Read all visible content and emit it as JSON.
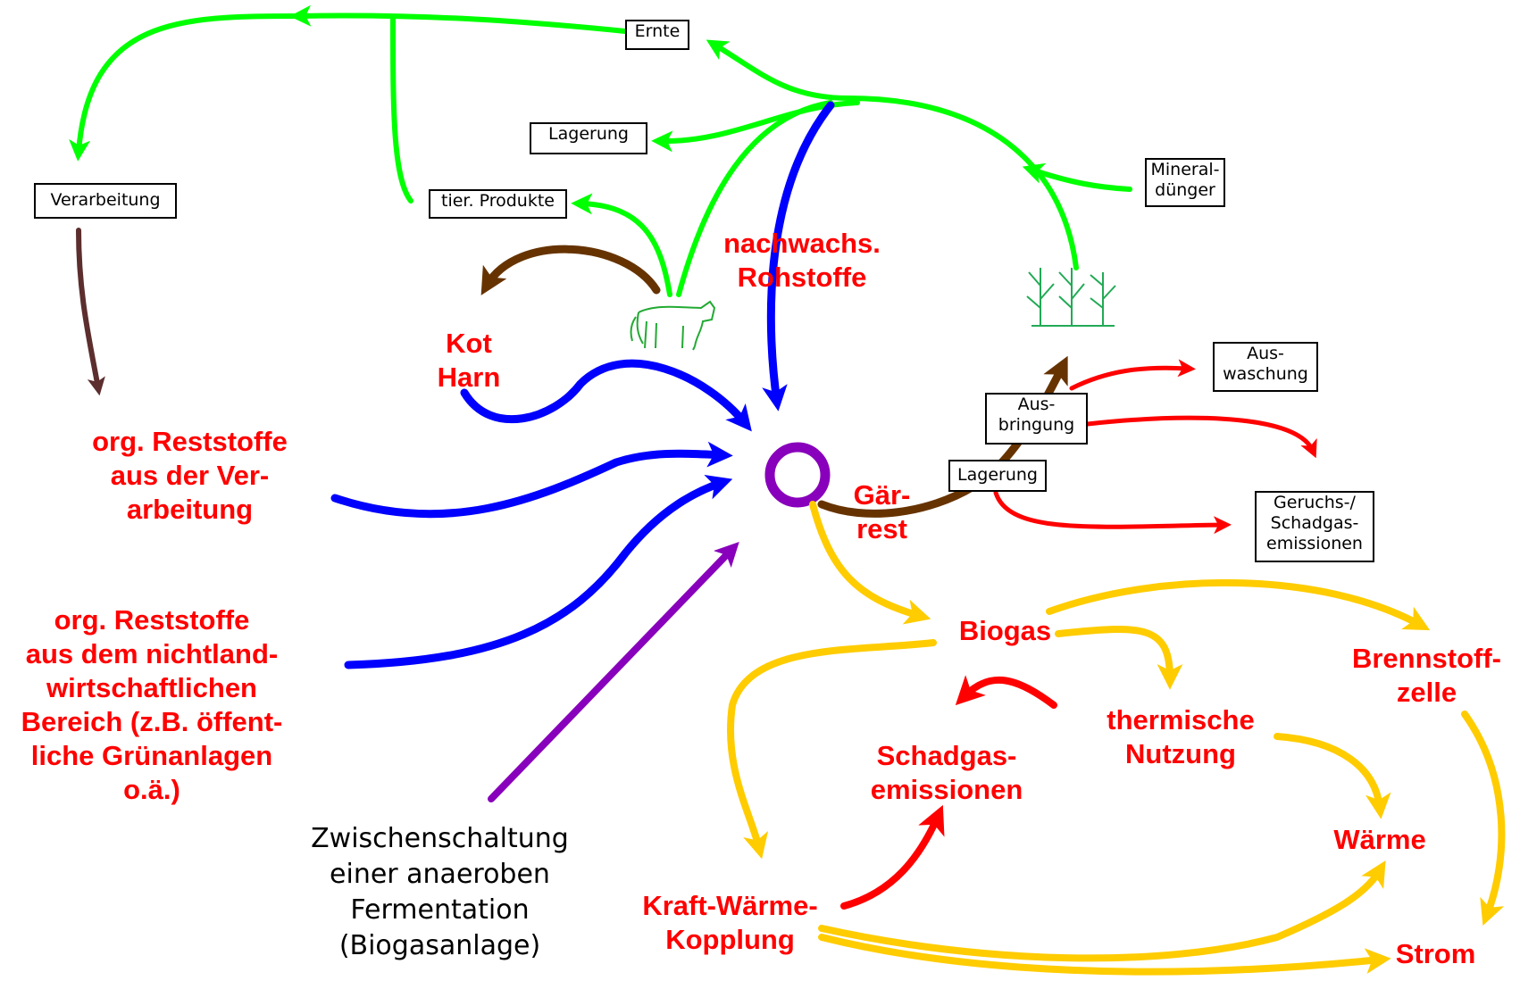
{
  "colors": {
    "green": "#00ff00",
    "blue": "#0000ff",
    "brown": "#663300",
    "red": "#ff0000",
    "yellow": "#ffcc00",
    "purple": "#8800bb",
    "text_red": "#ff0000"
  },
  "boxes": {
    "ernte": "Ernte",
    "lagerung_top": "Lagerung",
    "verarbeitung": "Verarbeitung",
    "tier_produkte": "tier. Produkte",
    "mineralduenger": "Mineral-\ndünger",
    "auswaschung": "Aus-\nwaschung",
    "ausbringung": "Aus-\nbringung",
    "lagerung_mid": "Lagerung",
    "geruchs": "Geruchs-/\nSchadgas-\nemissionen"
  },
  "labels": {
    "nachwachs": "nachwachs.\nRohstoffe",
    "kot_harn": "Kot\nHarn",
    "org_verarbeitung": "org. Reststoffe\naus der Ver-\narbeitung",
    "org_nichtland": "org. Reststoffe\naus dem nichtland-\nwirtschaftlichen\nBereich (z.B. öffent-\nliche Grünanlagen\no.ä.)",
    "gaerrest": "Gär-\nrest",
    "biogas": "Biogas",
    "brennstoffzelle": "Brennstoff-\nzelle",
    "thermische": "thermische\nNutzung",
    "schadgas": "Schadgas-\nemissionen",
    "waerme": "Wärme",
    "kwk": "Kraft-Wärme-\nKopplung",
    "strom": "Strom",
    "zwischenschaltung": "Zwischenschaltung\neiner anaeroben\nFermentation\n(Biogasanlage)"
  },
  "icons": {
    "cow": "cow-icon",
    "plants": "plant-icon",
    "fermenter": "fermenter-ring-icon"
  }
}
